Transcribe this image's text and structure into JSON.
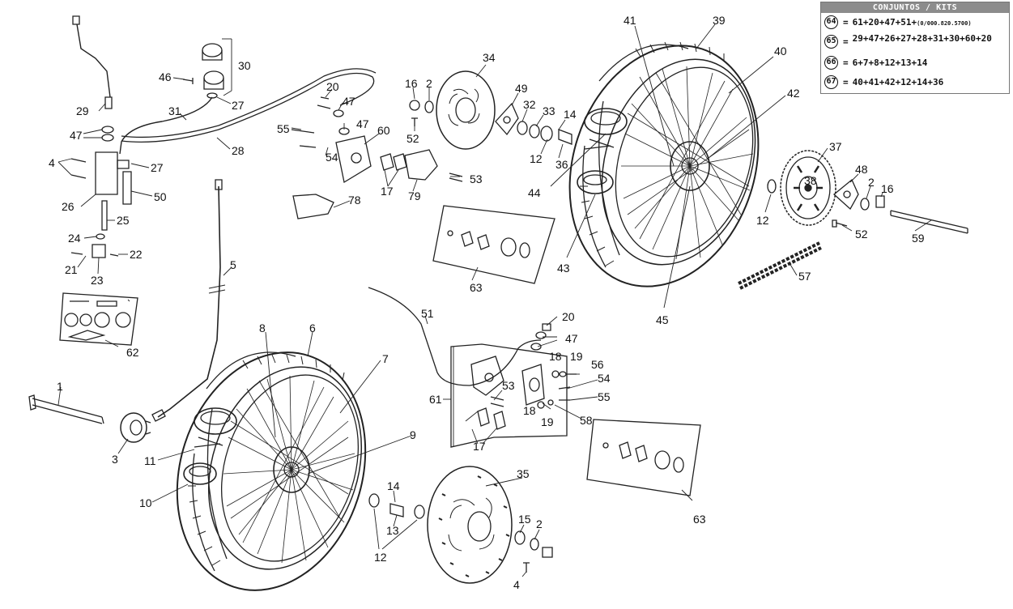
{
  "kits": {
    "title": "CONJUNTOS / KITS",
    "rows": [
      {
        "id": "64",
        "formula": "61+20+47+51+",
        "note": "(0/000.820.5700)"
      },
      {
        "id": "65",
        "formula": "29+47+26+27+28+31+30+60+20",
        "note": ""
      },
      {
        "id": "66",
        "formula": "6+7+8+12+13+14",
        "note": ""
      },
      {
        "id": "67",
        "formula": "40+41+42+12+14+36",
        "note": ""
      }
    ]
  },
  "kit_equals": "=",
  "labels": {
    "p1": "1",
    "p2a": "2",
    "p2b": "2",
    "p2c": "2",
    "p3": "3",
    "p4a": "4",
    "p4b": "4",
    "p5": "5",
    "p6": "6",
    "p7": "7",
    "p8": "8",
    "p9": "9",
    "p10": "10",
    "p11": "11",
    "p12a": "12",
    "p12b": "12",
    "p12c": "12",
    "p13": "13",
    "p14a": "14",
    "p14b": "14",
    "p15": "15",
    "p16a": "16",
    "p16b": "16",
    "p17a": "17",
    "p17b": "17",
    "p18a": "18",
    "p18b": "18",
    "p19a": "19",
    "p19b": "19",
    "p20a": "20",
    "p20b": "20",
    "p21": "21",
    "p22": "22",
    "p23": "23",
    "p24": "24",
    "p25": "25",
    "p26": "26",
    "p27a": "27",
    "p27b": "27",
    "p28": "28",
    "p29": "29",
    "p30": "30",
    "p31": "31",
    "p32": "32",
    "p33": "33",
    "p34": "34",
    "p35": "35",
    "p36": "36",
    "p37": "37",
    "p38": "38",
    "p39": "39",
    "p40": "40",
    "p41": "41",
    "p42": "42",
    "p43": "43",
    "p44": "44",
    "p45": "45",
    "p46": "46",
    "p47a": "47",
    "p47b": "47",
    "p47c": "47",
    "p47d": "47",
    "p48": "48",
    "p50": "50",
    "p51": "51",
    "p52a": "52",
    "p52b": "52",
    "p53a": "53",
    "p53b": "53",
    "p54a": "54",
    "p54b": "54",
    "p55a": "55",
    "p55b": "55",
    "p56": "56",
    "p57": "57",
    "p58": "58",
    "p59": "59",
    "p60": "60",
    "p61": "61",
    "p62": "62",
    "p63a": "63",
    "p63b": "63",
    "p78": "78",
    "p79": "79",
    "p49": "49"
  }
}
